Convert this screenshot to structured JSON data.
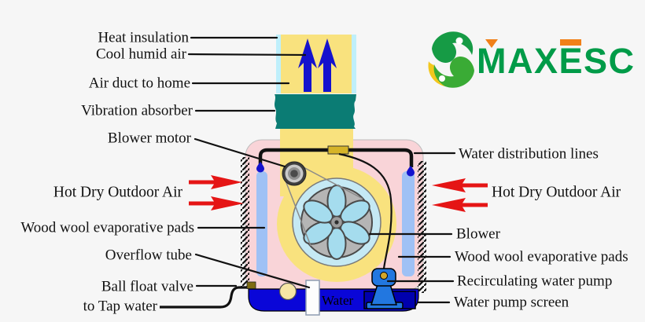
{
  "logo": {
    "brand": "MAXESC",
    "mark": "green-yellow-swirl-s"
  },
  "labels": {
    "heat_insulation": "Heat insulation",
    "cool_humid_air": "Cool humid air",
    "air_duct_to_home": "Air duct to home",
    "vibration_absorber": "Vibration absorber",
    "blower_motor": "Blower motor",
    "hot_dry_outdoor_air_left": "Hot Dry Outdoor Air",
    "wood_wool_pads_left": "Wood wool evaporative pads",
    "overflow_tube": "Overflow tube",
    "ball_float_valve": "Ball float valve",
    "to_tap_water": "to Tap water",
    "water_distribution_lines": "Water distribution lines",
    "hot_dry_outdoor_air_right": "Hot Dry Outdoor Air",
    "blower": "Blower",
    "wood_wool_pads_right": "Wood wool evaporative pads",
    "recirculating_water_pump": "Recirculating water pump",
    "water_pump_screen": "Water pump screen",
    "water": "Water"
  },
  "colors": {
    "background": "#f6f6f6",
    "casing_pink": "#f9d4d8",
    "housing_yellow": "#f9e27e",
    "duct_insulation_blue": "#bfeffb",
    "vibration_absorber_teal": "#0b7c74",
    "scroll_interior_blue": "#c5e9f4",
    "wheel_gray": "#b5b5b5",
    "blade_blue": "#a5dcee",
    "pad_blue": "#9fc1f5",
    "water_tank_blue": "#0a06d8",
    "pump_screen_blue": "#0000ae",
    "pump_blue": "#2277e0",
    "airflow_red": "#e51515",
    "air_arrow_blue": "#1512cd",
    "logo_green": "#009b48",
    "logo_orange": "#f08018",
    "logo_yellow": "#f2c71d",
    "label_text": "#111111"
  }
}
